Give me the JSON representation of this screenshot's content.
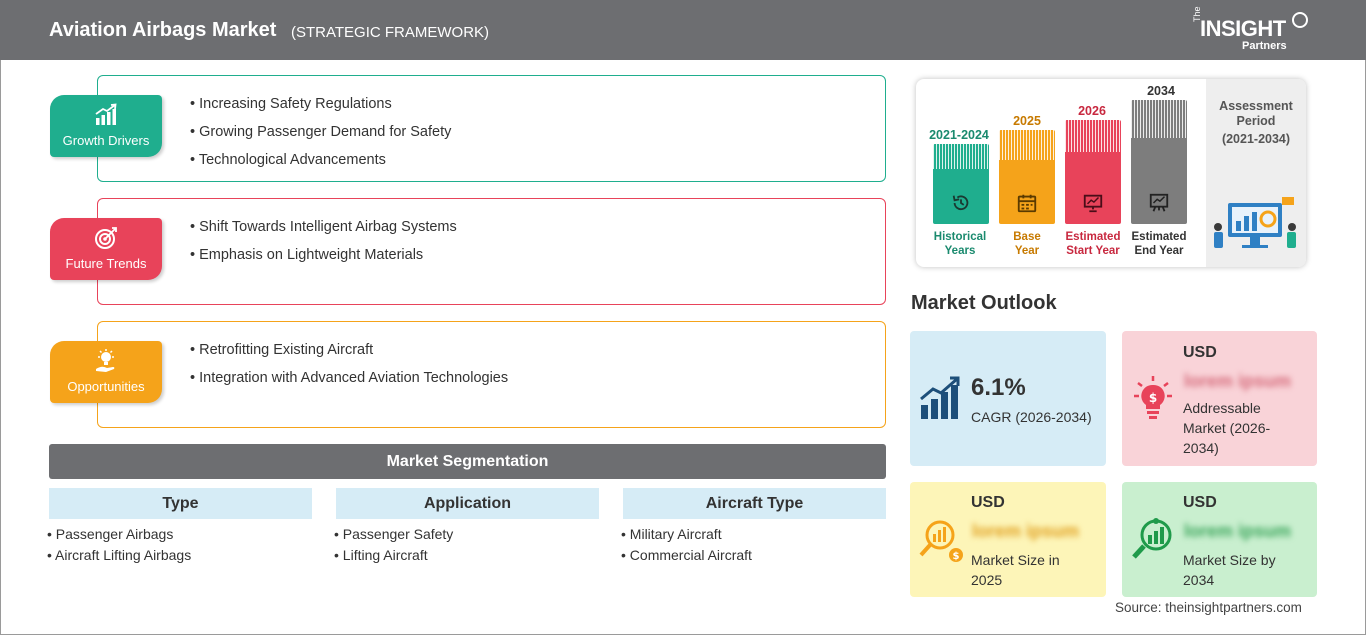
{
  "header": {
    "title": "Aviation Airbags Market",
    "subtitle": "(STRATEGIC FRAMEWORK)",
    "logo": {
      "top": "The",
      "brand": "INSIGHT",
      "bottom": "Partners"
    }
  },
  "framework": [
    {
      "label": "Growth Drivers",
      "icon": "growth-chart-icon",
      "color": "#1fae8e",
      "items": [
        "Increasing Safety Regulations",
        "Growing Passenger Demand for Safety",
        "Technological Advancements"
      ]
    },
    {
      "label": "Future Trends",
      "icon": "target-icon",
      "color": "#e8435a",
      "items": [
        "Shift Towards Intelligent Airbag Systems",
        "Emphasis on Lightweight Materials"
      ]
    },
    {
      "label": "Opportunities",
      "icon": "lightbulb-hand-icon",
      "color": "#f5a31a",
      "items": [
        "Retrofitting Existing Aircraft",
        "Integration with Advanced Aviation Technologies"
      ]
    }
  ],
  "segmentation": {
    "title": "Market Segmentation",
    "columns": [
      {
        "heading": "Type",
        "items": [
          "Passenger Airbags",
          "Aircraft Lifting Airbags"
        ]
      },
      {
        "heading": "Application",
        "items": [
          "Passenger Safety",
          "Lifting Aircraft"
        ]
      },
      {
        "heading": "Aircraft Type",
        "items": [
          "Military Aircraft",
          "Commercial Aircraft"
        ]
      }
    ]
  },
  "assessment": {
    "title": "Assessment Period",
    "range": "(2021-2034)",
    "columns": [
      {
        "year": "2021-2024",
        "label_1": "Historical",
        "label_2": "Years",
        "color": "#1fae8e",
        "icon": "history-icon"
      },
      {
        "year": "2025",
        "label_1": "Base",
        "label_2": "Year",
        "color": "#f5a31a",
        "icon": "calendar-icon"
      },
      {
        "year": "2026",
        "label_1": "Estimated",
        "label_2": "Start Year",
        "color": "#e8435a",
        "icon": "presentation-icon"
      },
      {
        "year": "2034",
        "label_1": "Estimated",
        "label_2": "End Year",
        "color": "#7d7d7d",
        "icon": "analytics-board-icon"
      }
    ]
  },
  "outlook": {
    "title": "Market Outlook",
    "cagr": {
      "value": "6.1%",
      "label": "CAGR (2026-2034)",
      "bg": "#d6ecf6"
    },
    "addressable": {
      "currency": "USD",
      "value": "lorem ipsum",
      "label_1": "Addressable",
      "label_2": "Market (2026-",
      "label_3": "2034)",
      "bg": "#f9d3d8"
    },
    "size_2025": {
      "currency": "USD",
      "value": "lorem ipsum",
      "label_1": "Market Size in",
      "label_2": "2025",
      "bg": "#fdf5b8"
    },
    "size_2034": {
      "currency": "USD",
      "value": "lorem ipsum",
      "label_1": "Market Size by",
      "label_2": "2034",
      "bg": "#c9efcf"
    }
  },
  "source": "Source: theinsightpartners.com"
}
